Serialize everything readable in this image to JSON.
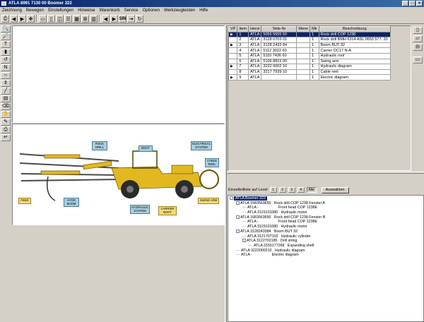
{
  "window": {
    "title": "ATLA 8991 7130 00 Boomer 322"
  },
  "menu": [
    "Zeichnung",
    "Bewegen",
    "Einstellungen",
    "Hinweise",
    "Warenkorb",
    "Service",
    "Optionen",
    "Werkzeugleisten",
    "Hilfe"
  ],
  "toolbar": {
    "sin_label": "SIN"
  },
  "table": {
    "columns": [
      "VP",
      "Item",
      "Herst",
      "Teile-Nr",
      "Menn",
      "Mk",
      "Beschreibung"
    ],
    "rows": [
      {
        "mark": "▶",
        "item": "1",
        "herst": "ATLA",
        "part": "5055 5555 50",
        "menn": "",
        "mk": "1",
        "desc": "Rock drill COP 1238",
        "selected": true
      },
      {
        "mark": "",
        "item": "2",
        "herst": "ATLA",
        "part": "3128 0703 01",
        "menn": "",
        "mk": "1",
        "desc": "Rock drill BMH 6314 ASL 0653 577: 20",
        "selected": false
      },
      {
        "mark": "▶",
        "item": "3",
        "herst": "ATLA",
        "part": "3128 2433 84",
        "menn": "",
        "mk": "1",
        "desc": "Boom BUT 32",
        "selected": false
      },
      {
        "mark": "",
        "item": "4",
        "herst": "ATLA",
        "part": "5112 3022 60",
        "menn": "",
        "mk": "1",
        "desc": "Carrier DC17 N-A",
        "selected": false
      },
      {
        "mark": "",
        "item": "5",
        "herst": "ATLA",
        "part": "5110 7436 60",
        "menn": "",
        "mk": "1",
        "desc": "Hydraulic roof",
        "selected": false
      },
      {
        "mark": "",
        "item": "6",
        "herst": "ATLA",
        "part": "5106 8815 00",
        "menn": "",
        "mk": "1",
        "desc": "Swing arm",
        "selected": false
      },
      {
        "mark": "▶",
        "item": "7",
        "herst": "ATLA",
        "part": "3222 0002 10",
        "menn": "",
        "mk": "1",
        "desc": "Hydraulic diagram",
        "selected": false
      },
      {
        "mark": "",
        "item": "8",
        "herst": "ATLA",
        "part": "3217 7939 10",
        "menn": "",
        "mk": "1",
        "desc": "Cable reel",
        "selected": false
      },
      {
        "mark": "▶",
        "item": "9",
        "herst": "ATLA",
        "part": "",
        "menn": "",
        "mk": "1",
        "desc": "Electric diagram",
        "selected": false
      }
    ]
  },
  "levels": {
    "label": "Einzelteilliste auf Level",
    "buttons": [
      "1",
      "2",
      "3",
      "4",
      "Alle"
    ],
    "apply_label": "Auswählen"
  },
  "tree": [
    {
      "indent": 0,
      "exp": "-",
      "text": "ATLA Boomer 322",
      "selected": true
    },
    {
      "indent": 1,
      "exp": "-",
      "text": "ATLA 1683563650   Rock drill COP 1238 Fenster A",
      "selected": false
    },
    {
      "indent": 2,
      "exp": "",
      "text": "ATLA -                   Front head COP 1238E",
      "selected": false
    },
    {
      "indent": 2,
      "exp": "",
      "text": "ATLA 3115101080   Hydraulic motor",
      "selected": false
    },
    {
      "indent": 1,
      "exp": "-",
      "text": "ATLA 1683563650   Rock drill COP 1238 Fenster B",
      "selected": false
    },
    {
      "indent": 2,
      "exp": "",
      "text": "ATLA -                   Front head COP 1238E",
      "selected": false
    },
    {
      "indent": 2,
      "exp": "",
      "text": "ATLA 3115101080   Hydraulic motor",
      "selected": false
    },
    {
      "indent": 1,
      "exp": "-",
      "text": "ATLA 3128243384   Boom BUT 32",
      "selected": false
    },
    {
      "indent": 2,
      "exp": "",
      "text": "ATLA 3121707102   Hydraulic cylinder",
      "selected": false
    },
    {
      "indent": 2,
      "exp": "-",
      "text": "ATLA 3122702185   Drill string",
      "selected": false
    },
    {
      "indent": 3,
      "exp": "",
      "text": "ATLA 3155177268   Expanding shell",
      "selected": false
    },
    {
      "indent": 1,
      "exp": "",
      "text": "ATLA 3222000210   Hydraulic diagram",
      "selected": false
    },
    {
      "indent": 1,
      "exp": "",
      "text": "ATLA -                   Electric diagram",
      "selected": false
    }
  ],
  "drawing_labels": {
    "rock_drill": "ROCK DRILL",
    "boot": "BOOT",
    "electrical": "ELECTRICAL SYSTEM",
    "cable_reel": "CABLE REEL",
    "feed": "FEED",
    "hydr_boom": "HYDR BOOM",
    "hydraulic_system": "HYDRAULIC SYSTEM",
    "carrier_boot": "CARRIER BOOT",
    "swing_arm": "SWING ARM"
  },
  "colors": {
    "selection": "#0a246a",
    "machine_yellow": "#e2b821",
    "label_blue": "#a8cfe0"
  }
}
